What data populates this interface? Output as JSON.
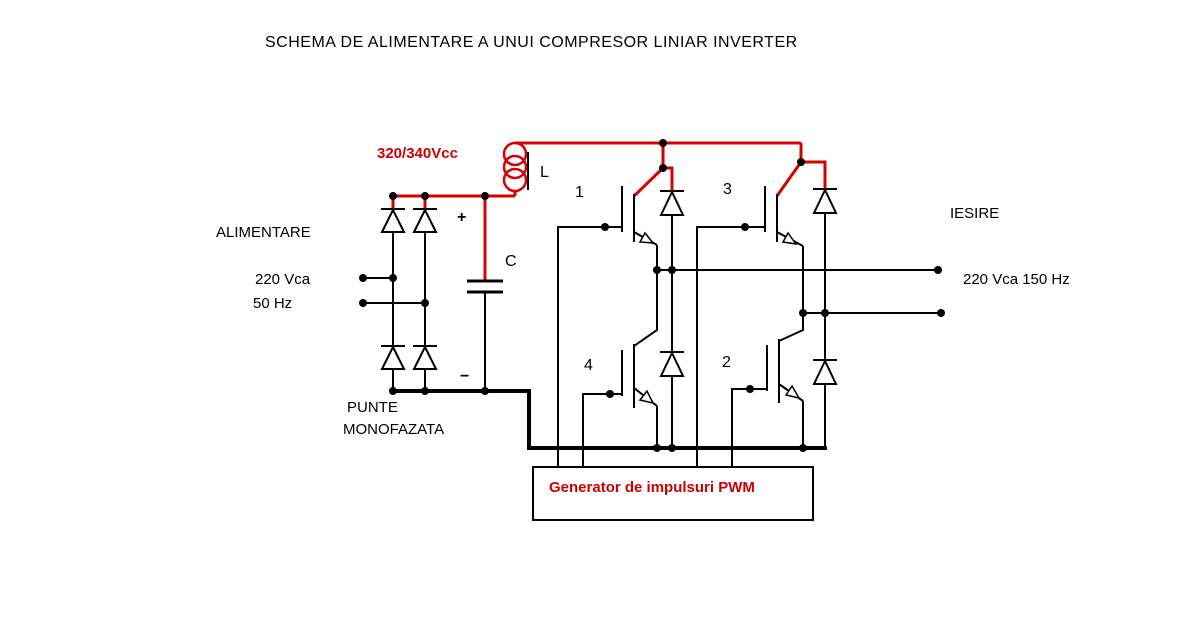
{
  "title": "SCHEMA DE ALIMENTARE A UNUI COMPRESOR LINIAR INVERTER",
  "colors": {
    "wire": "#000000",
    "highlight_red": "#d50000",
    "red_text": "#cc0000",
    "background": "#ffffff"
  },
  "source": {
    "section_label": "ALIMENTARE",
    "voltage": "220 Vca",
    "frequency": "50 Hz"
  },
  "rectifier": {
    "label_line1": "PUNTE",
    "label_line2": "MONOFAZATA",
    "plus_sign": "+",
    "minus_sign": "−"
  },
  "dc_link": {
    "bus_voltage": "320/340Vcc",
    "inductor_label": "L",
    "capacitor_label": "C"
  },
  "inverter": {
    "igbt1": "1",
    "igbt2": "2",
    "igbt3": "3",
    "igbt4": "4"
  },
  "output": {
    "section_label": "IESIRE",
    "spec": "220 Vca 150 Hz"
  },
  "pwm": {
    "label": "Generator de impulsuri PWM"
  }
}
